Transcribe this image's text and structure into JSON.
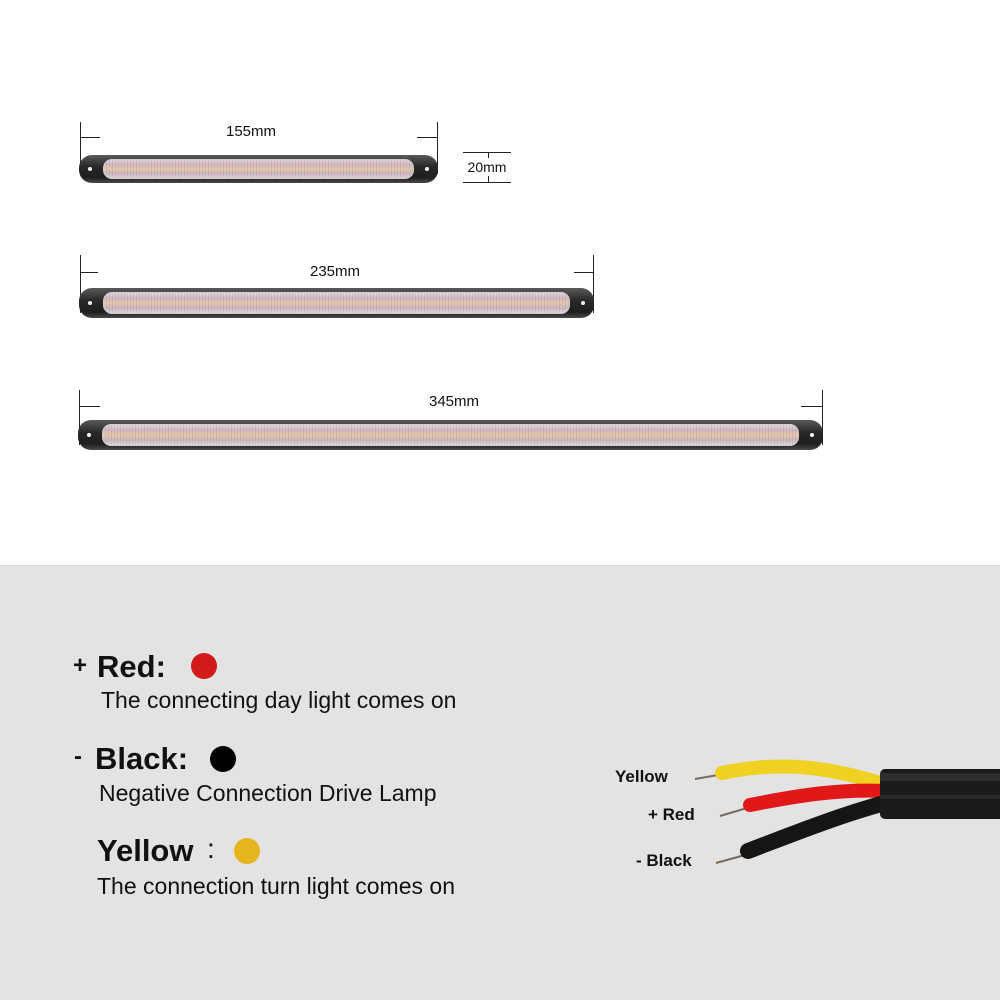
{
  "dimensions": {
    "height_label": "20mm",
    "lamps": [
      {
        "length_label": "155mm"
      },
      {
        "length_label": "235mm"
      },
      {
        "length_label": "345mm"
      }
    ]
  },
  "legend": [
    {
      "sign": "+",
      "title": "Red:",
      "description": "The connecting day light comes on",
      "color": "#d11a1a"
    },
    {
      "sign": "-",
      "title": "Black:",
      "description": "Negative Connection Drive Lamp",
      "color": "#000000"
    },
    {
      "sign": "",
      "title": "Yellow",
      "colon": ":",
      "description": "The connection turn light comes on",
      "color": "#e6b51e"
    }
  ],
  "wire_diagram": {
    "labels": [
      {
        "text": "Yellow",
        "color": "#f0d020"
      },
      {
        "text": "+ Red",
        "color": "#e01818"
      },
      {
        "text": "- Black",
        "color": "#111111"
      }
    ]
  },
  "colors": {
    "top_background": "#ffffff",
    "bottom_background": "#e3e3e3"
  }
}
